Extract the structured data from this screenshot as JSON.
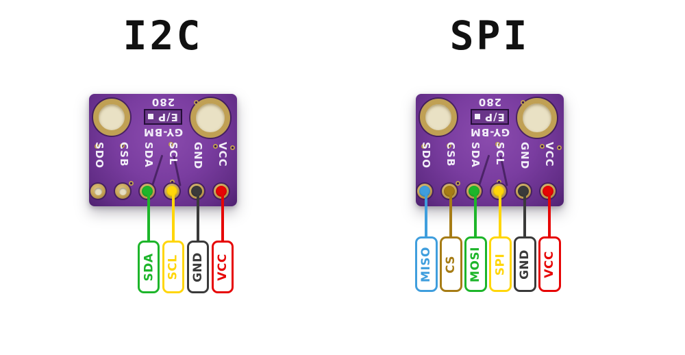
{
  "colors": {
    "green": "#1db52a",
    "yellow": "#ffd60a",
    "black": "#3a3a3a",
    "red": "#e60505",
    "blue": "#3f9edd",
    "brown": "#a67c15",
    "board_purple": "#7a3da0",
    "pad_gold": "#c3a155",
    "silkscreen_white": "#f2eef8",
    "title_color": "#111111",
    "background": "#ffffff"
  },
  "board": {
    "silkscreen_lines": [
      "GY-BM",
      "E/P",
      "280"
    ],
    "pin_names": [
      "SDO",
      "CSB",
      "SDA",
      "SCL",
      "GND",
      "VCC"
    ]
  },
  "diagrams": [
    {
      "id": "i2c",
      "title": "I2C",
      "pins": [
        {
          "name": "SDO",
          "dot": null,
          "label": null
        },
        {
          "name": "CSB",
          "dot": null,
          "label": null
        },
        {
          "name": "SDA",
          "dot": "green",
          "label": {
            "text": "SDA",
            "color": "green"
          }
        },
        {
          "name": "SCL",
          "dot": "yellow",
          "label": {
            "text": "SCL",
            "color": "yellow"
          }
        },
        {
          "name": "GND",
          "dot": "black",
          "label": {
            "text": "GND",
            "color": "black"
          }
        },
        {
          "name": "VCC",
          "dot": "red",
          "label": {
            "text": "VCC",
            "color": "red"
          }
        }
      ]
    },
    {
      "id": "spi",
      "title": "SPI",
      "pins": [
        {
          "name": "SDO",
          "dot": "blue",
          "label": {
            "text": "MISO",
            "color": "blue"
          }
        },
        {
          "name": "CSB",
          "dot": "brown",
          "label": {
            "text": "CS",
            "color": "brown"
          }
        },
        {
          "name": "SDA",
          "dot": "green",
          "label": {
            "text": "MOSI",
            "color": "green"
          }
        },
        {
          "name": "SCL",
          "dot": "yellow",
          "label": {
            "text": "SPI",
            "color": "yellow"
          }
        },
        {
          "name": "GND",
          "dot": "black",
          "label": {
            "text": "GND",
            "color": "black"
          }
        },
        {
          "name": "VCC",
          "dot": "red",
          "label": {
            "text": "VCC",
            "color": "red"
          }
        }
      ]
    }
  ]
}
